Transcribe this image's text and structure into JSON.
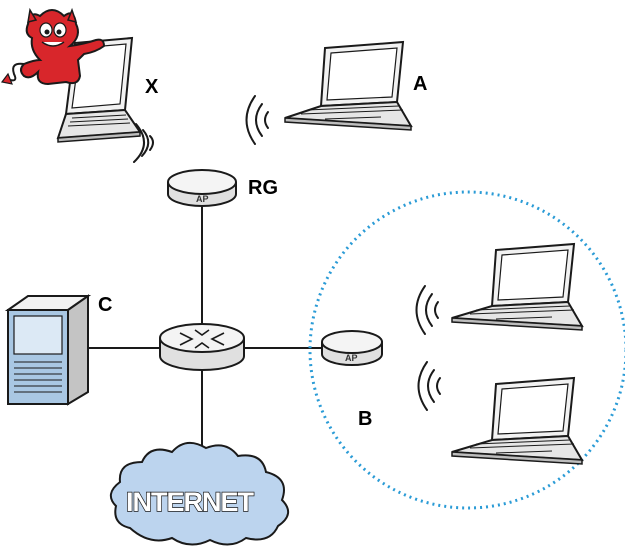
{
  "labels": {
    "attacker": "X",
    "laptop_a": "A",
    "gateway": "RG",
    "server": "C",
    "wireless_zone": "B",
    "internet": "INTERNET"
  },
  "devices": {
    "ap_text": "AP"
  },
  "colors": {
    "zone_border": "#2a9bd6",
    "cloud_fill": "#bcd4ee",
    "device_fill": "#f2f2f2",
    "screen_fill": "#ffffff",
    "devil_red": "#d8262b",
    "server_blue": "#a9c7e3",
    "line": "#1a1a1a"
  }
}
